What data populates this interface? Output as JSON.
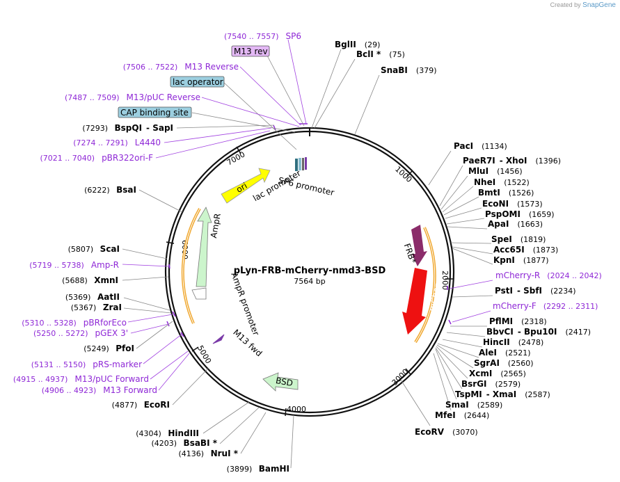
{
  "credit": {
    "text": "Created by",
    "brand": "SnapGene"
  },
  "plasmid": {
    "name": "pLyn-FRB-mCherry-nmd3-BSD",
    "size": "7564 bp"
  },
  "ticks": [
    "1000",
    "2000",
    "3000",
    "4000",
    "5000",
    "6000",
    "7000"
  ],
  "features": {
    "ori": "ori",
    "lac_promoter": "lac promoter",
    "sp6_promoter": "SP6 promoter",
    "frb": "FRB*",
    "mcherry": "mCherry",
    "ampr": "AmpR",
    "ampr_promoter": "AmpR promoter",
    "m13fwd": "M13 fwd",
    "bsd": "BSD"
  },
  "boxed": {
    "m13rev": "M13 rev",
    "lac_operator": "lac operator",
    "cap": "CAP binding site"
  },
  "sites_right": [
    {
      "name": "BglII",
      "pos": "(29)"
    },
    {
      "name": "BclI *",
      "pos": "(75)"
    },
    {
      "name": "SnaBI",
      "pos": "(379)"
    },
    {
      "name": "PacI",
      "pos": "(1134)"
    },
    {
      "name": "PaeR7I",
      "sep": "-",
      "name2": "XhoI",
      "pos": "(1396)"
    },
    {
      "name": "MluI",
      "pos": "(1456)"
    },
    {
      "name": "NheI",
      "pos": "(1522)"
    },
    {
      "name": "BmtI",
      "pos": "(1526)"
    },
    {
      "name": "EcoNI",
      "pos": "(1573)"
    },
    {
      "name": "PspOMI",
      "pos": "(1659)"
    },
    {
      "name": "ApaI",
      "pos": "(1663)"
    },
    {
      "name": "SpeI",
      "pos": "(1819)"
    },
    {
      "name": "Acc65I",
      "pos": "(1873)"
    },
    {
      "name": "KpnI",
      "pos": "(1877)"
    },
    {
      "name": "PstI",
      "sep": "-",
      "name2": "SbfI",
      "pos": "(2234)"
    },
    {
      "name": "PflMI",
      "pos": "(2318)"
    },
    {
      "name": "BbvCI",
      "sep": "-",
      "name2": "Bpu10I",
      "pos": "(2417)"
    },
    {
      "name": "HincII",
      "pos": "(2478)"
    },
    {
      "name": "AleI",
      "pos": "(2521)"
    },
    {
      "name": "SgrAI",
      "pos": "(2560)"
    },
    {
      "name": "XcmI",
      "pos": "(2565)"
    },
    {
      "name": "BsrGI",
      "pos": "(2579)"
    },
    {
      "name": "TspMI",
      "sep": "-",
      "name2": "XmaI",
      "pos": "(2587)"
    },
    {
      "name": "SmaI",
      "pos": "(2589)"
    },
    {
      "name": "MfeI",
      "pos": "(2644)"
    },
    {
      "name": "EcoRV",
      "pos": "(3070)"
    }
  ],
  "primers_right": [
    {
      "range": "(2024 .. 2042)",
      "name": "mCherry-R"
    },
    {
      "range": "(2292 .. 2311)",
      "name": "mCherry-F"
    }
  ],
  "sites_left": [
    {
      "pos": "(7293)",
      "name": "BspQI",
      "sep": "-",
      "name2": "SapI"
    },
    {
      "pos": "(6222)",
      "name": "BsaI"
    },
    {
      "pos": "(5807)",
      "name": "ScaI"
    },
    {
      "pos": "(5688)",
      "name": "XmnI"
    },
    {
      "pos": "(5369)",
      "name": "AatII"
    },
    {
      "pos": "(5367)",
      "name": "ZraI"
    },
    {
      "pos": "(5249)",
      "name": "PfoI"
    },
    {
      "pos": "(4877)",
      "name": "EcoRI"
    },
    {
      "pos": "(4304)",
      "name": "HindIII"
    },
    {
      "pos": "(4203)",
      "name": "BsaBI *"
    },
    {
      "pos": "(4136)",
      "name": "NruI *"
    },
    {
      "pos": "(3899)",
      "name": "BamHI"
    }
  ],
  "primers_left": [
    {
      "range": "(7540 .. 7557)",
      "name": "SP6"
    },
    {
      "range": "(7506 .. 7522)",
      "name": "M13 Reverse"
    },
    {
      "range": "(7487 .. 7509)",
      "name": "M13/pUC Reverse"
    },
    {
      "range": "(7274 .. 7291)",
      "name": "L4440"
    },
    {
      "range": "(7021 .. 7040)",
      "name": "pBR322ori-F"
    },
    {
      "range": "(5719 .. 5738)",
      "name": "Amp-R"
    },
    {
      "range": "(5310 .. 5328)",
      "name": "pBRforEco"
    },
    {
      "range": "(5250 .. 5272)",
      "name": "pGEX 3'"
    },
    {
      "range": "(5131 .. 5150)",
      "name": "pRS-marker"
    },
    {
      "range": "(4915 .. 4937)",
      "name": "M13/pUC Forward"
    },
    {
      "range": "(4906 .. 4923)",
      "name": "M13 Forward"
    }
  ],
  "colors": {
    "ori": "#ffff00",
    "ampr": "#ccf5cc",
    "frb": "#8b2c6a",
    "mcherry": "#ee1111",
    "bsd": "#ccf5cc",
    "primer": "#8e27d6",
    "orange": "#f0a830"
  }
}
